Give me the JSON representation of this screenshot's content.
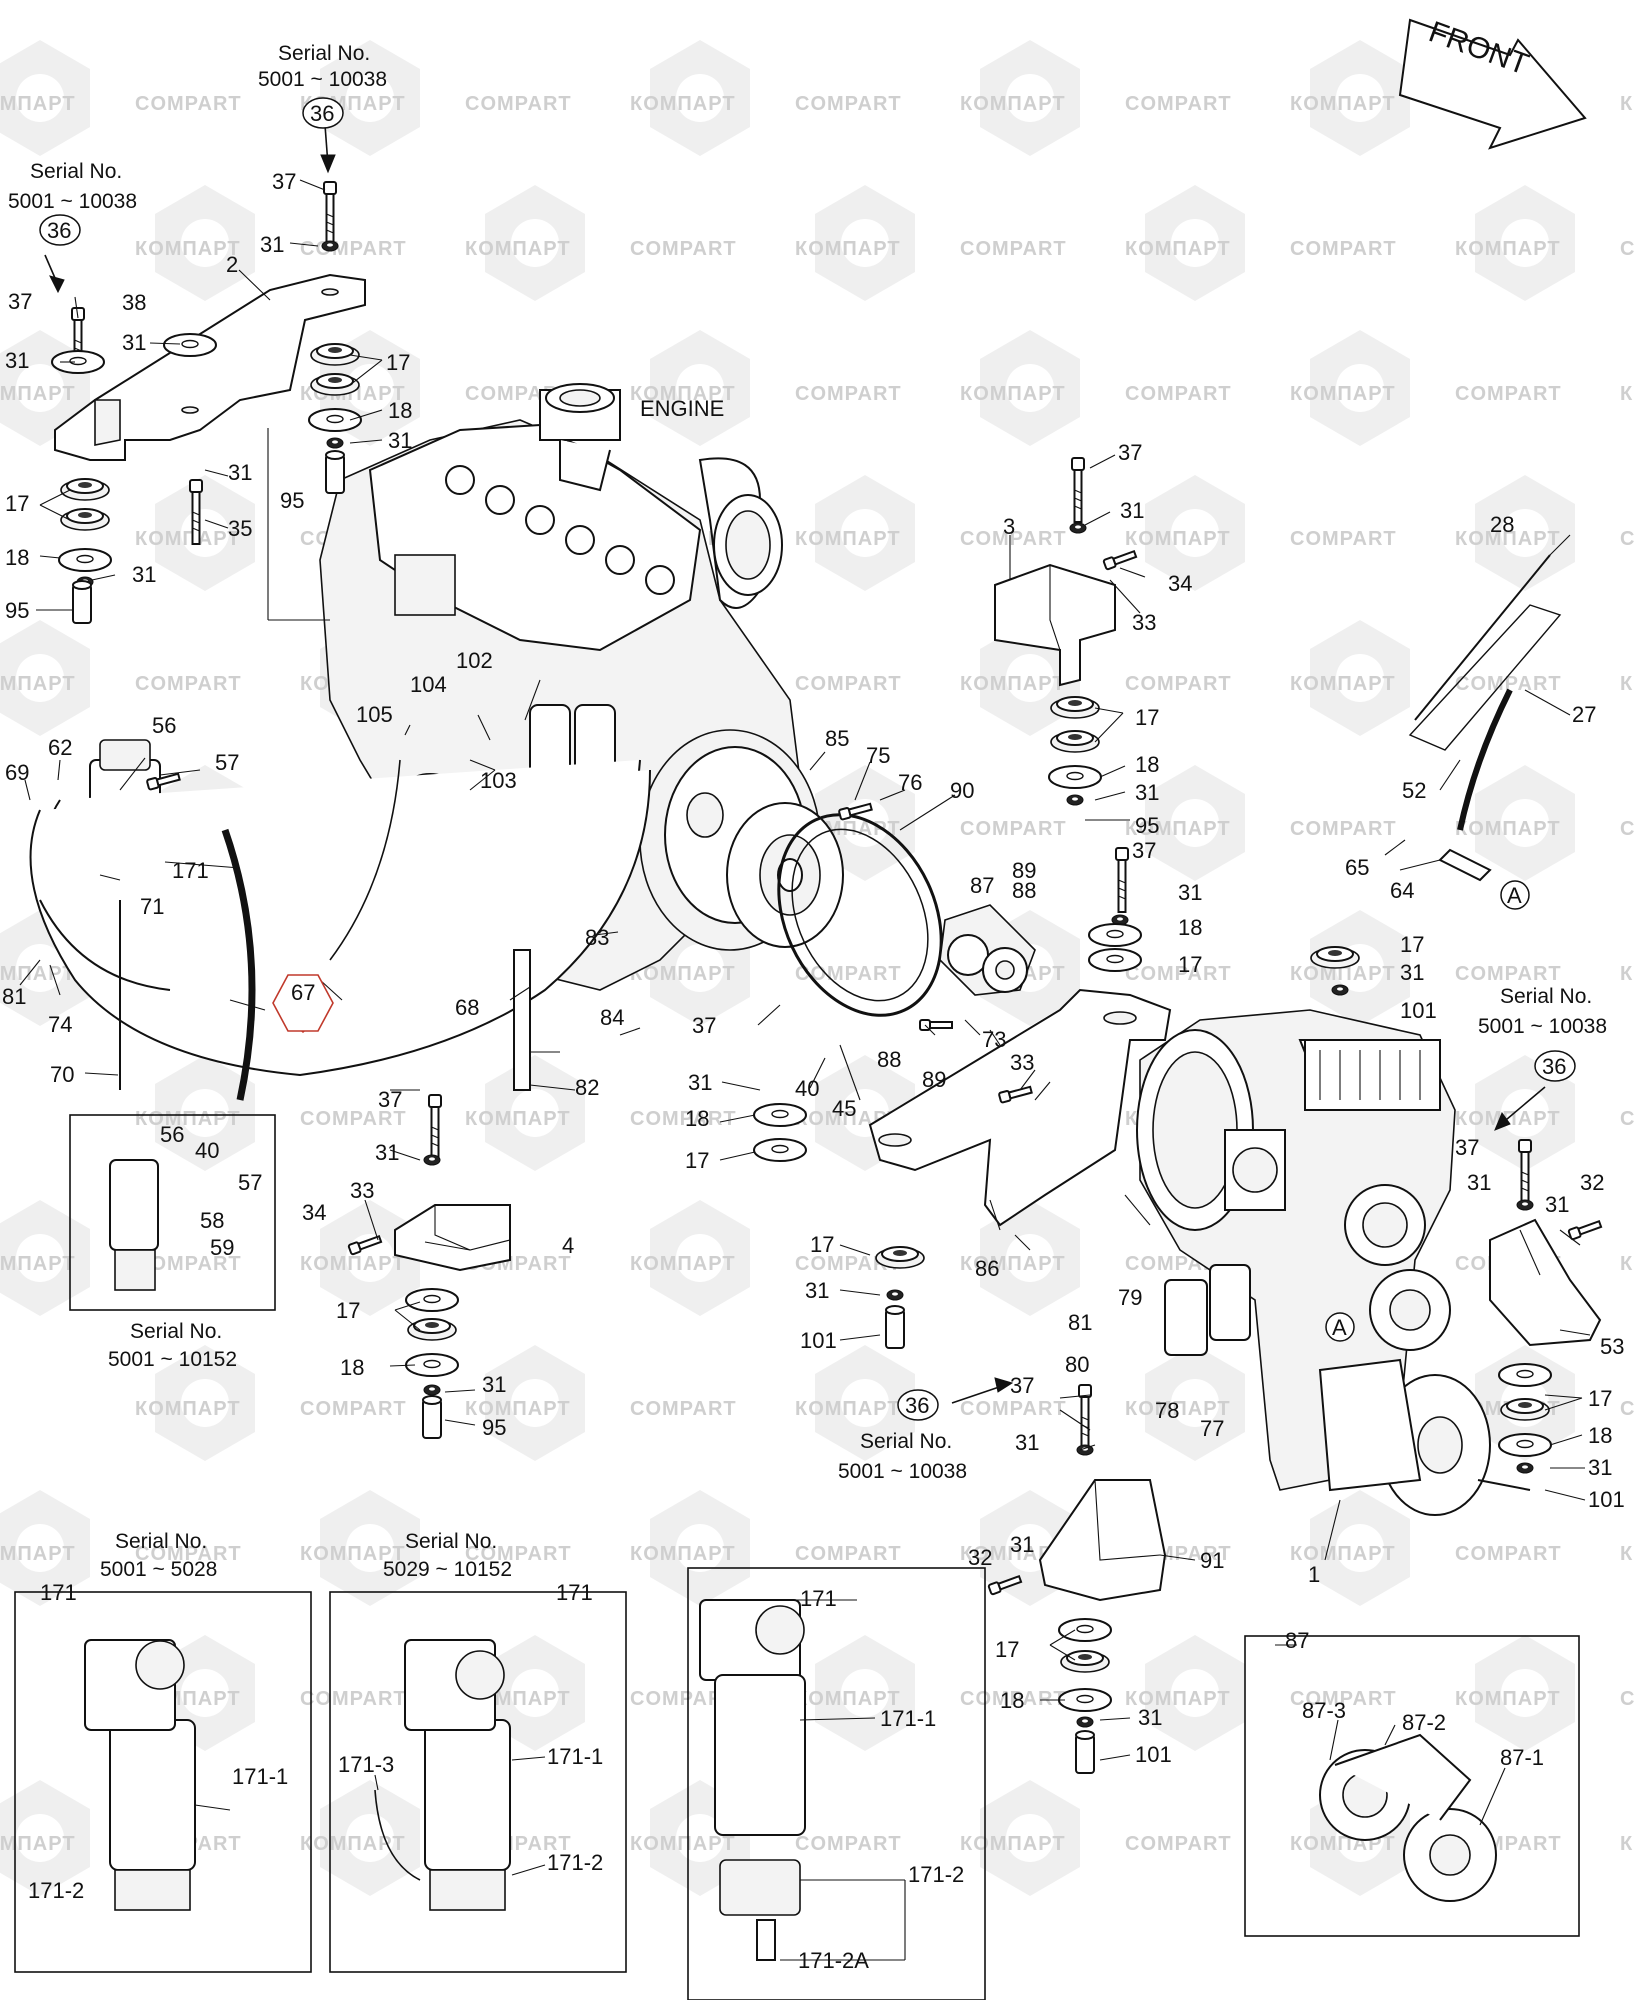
{
  "watermark": {
    "left": "КОМПАРТ",
    "right": "COMPART"
  },
  "front_arrow": "FRONT",
  "engine_label": "ENGINE",
  "serial_caption": {
    "title": "Serial No.",
    "range_a": "5001 ~ 10038",
    "range_b": "5001 ~ 10152",
    "range_c": "5001 ~ 5028",
    "range_d": "5029 ~ 10152"
  },
  "callouts": {
    "c1": "1",
    "c2": "2",
    "c3": "3",
    "c4": "4",
    "c17": "17",
    "c18": "18",
    "c27": "27",
    "c28": "28",
    "c31": "31",
    "c32": "32",
    "c33": "33",
    "c34": "34",
    "c35": "35",
    "c36": "36",
    "c37": "37",
    "c38": "38",
    "c40": "40",
    "c45": "45",
    "c52": "52",
    "c53": "53",
    "c56": "56",
    "c57": "57",
    "c58": "58",
    "c59": "59",
    "c62": "62",
    "c64": "64",
    "c65": "65",
    "c67": "67",
    "c68": "68",
    "c69": "69",
    "c70": "70",
    "c71": "71",
    "c73": "73",
    "c74": "74",
    "c75": "75",
    "c76": "76",
    "c77": "77",
    "c78": "78",
    "c79": "79",
    "c80": "80",
    "c81": "81",
    "c82": "82",
    "c83": "83",
    "c84": "84",
    "c85": "85",
    "c86": "86",
    "c87": "87",
    "c88": "88",
    "c89": "89",
    "c90": "90",
    "c91": "91",
    "c95": "95",
    "c101": "101",
    "c102": "102",
    "c103": "103",
    "c104": "104",
    "c105": "105",
    "c171": "171",
    "c171_1": "171-1",
    "c171_2": "171-2",
    "c171_3": "171-3",
    "c171_2A": "171-2A",
    "c87_1": "87-1",
    "c87_2": "87-2",
    "c87_3": "87-3",
    "cA": "A"
  }
}
